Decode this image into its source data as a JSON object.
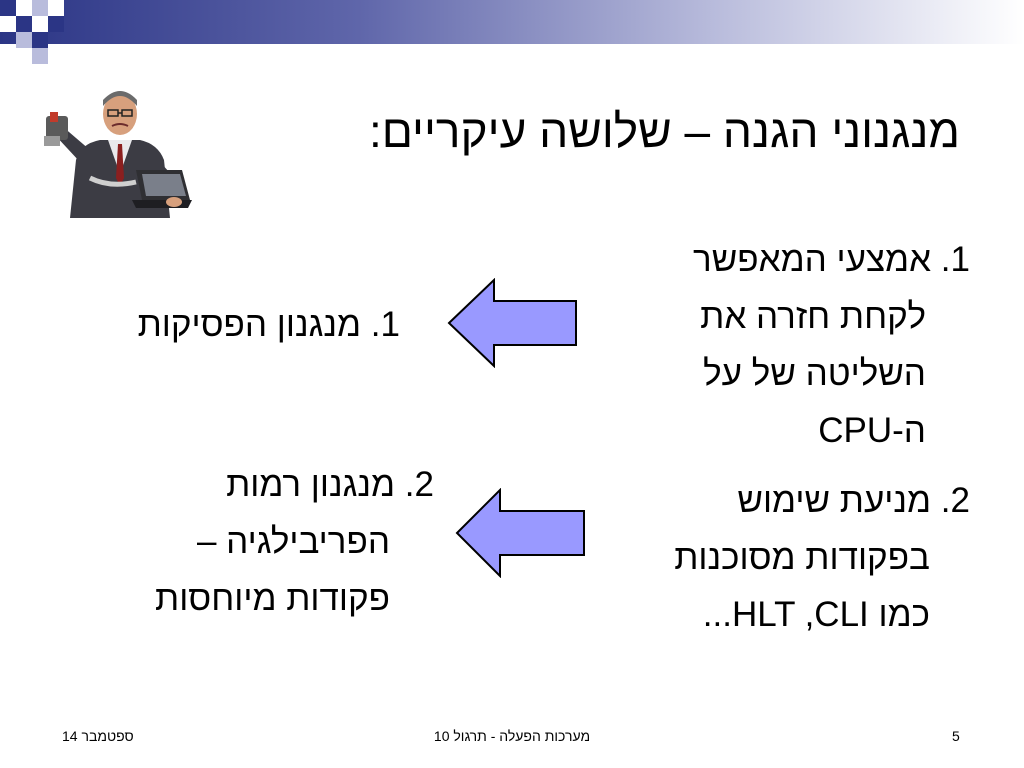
{
  "slide": {
    "title": "מנגנוני הגנה – שלושה עיקריים:",
    "left_items": [
      {
        "lines": [
          "1. מנגנון הפסיקות"
        ]
      },
      {
        "lines": [
          "2. מנגנון רמות",
          "הפריבילגיה –",
          "פקודות מיוחסות"
        ]
      }
    ],
    "right_items": [
      {
        "lines": [
          "1. אמצעי המאפשר",
          "לקחת חזרה את",
          "השליטה של על",
          "ה-CPU"
        ]
      },
      {
        "lines": [
          "2. מניעת שימוש",
          "בפקודות מסוכנות",
          "כמו HLT ,CLI..."
        ]
      }
    ],
    "colors": {
      "arrow_fill": "#9999ff",
      "arrow_stroke": "#000000",
      "band": "#2b3585"
    }
  },
  "footer": {
    "date": "ספטמבר 14",
    "course": "מערכות הפעלה - תרגול 10",
    "page": "5"
  }
}
